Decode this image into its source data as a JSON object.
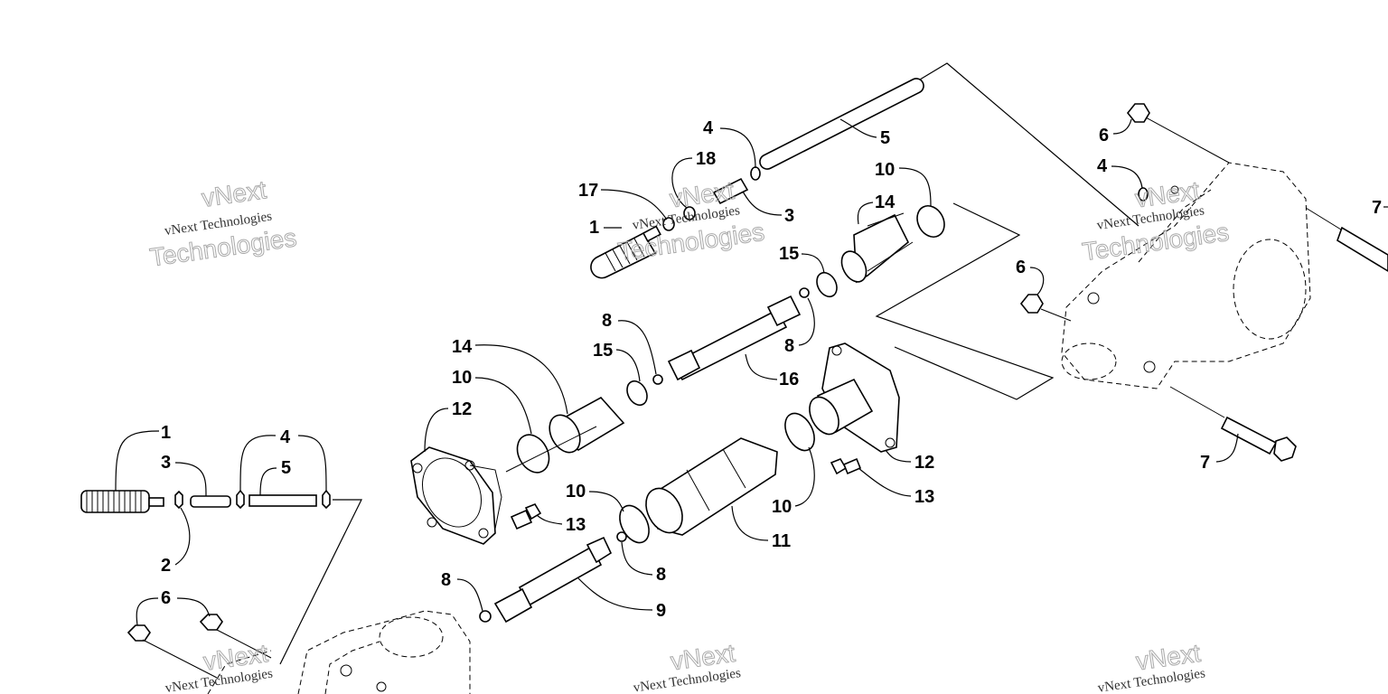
{
  "callouts": {
    "c1a": "1",
    "c1b": "1",
    "c2": "2",
    "c3a": "3",
    "c3b": "3",
    "c4a": "4",
    "c4b": "4",
    "c4c": "4",
    "c5a": "5",
    "c5b": "5",
    "c6a": "6",
    "c6b": "6",
    "c6c": "6",
    "c7a": "7",
    "c7b": "7",
    "c8a": "8",
    "c8b": "8",
    "c8c": "8",
    "c8d": "8",
    "c9": "9",
    "c10a": "10",
    "c10b": "10",
    "c10c": "10",
    "c10d": "10",
    "c11": "11",
    "c12a": "12",
    "c12b": "12",
    "c13a": "13",
    "c13b": "13",
    "c14a": "14",
    "c14b": "14",
    "c15a": "15",
    "c15b": "15",
    "c16": "16",
    "c17": "17",
    "c18": "18"
  },
  "watermark": {
    "brand": "vNext",
    "line": "vNext Technologies",
    "word": "Technologies"
  }
}
